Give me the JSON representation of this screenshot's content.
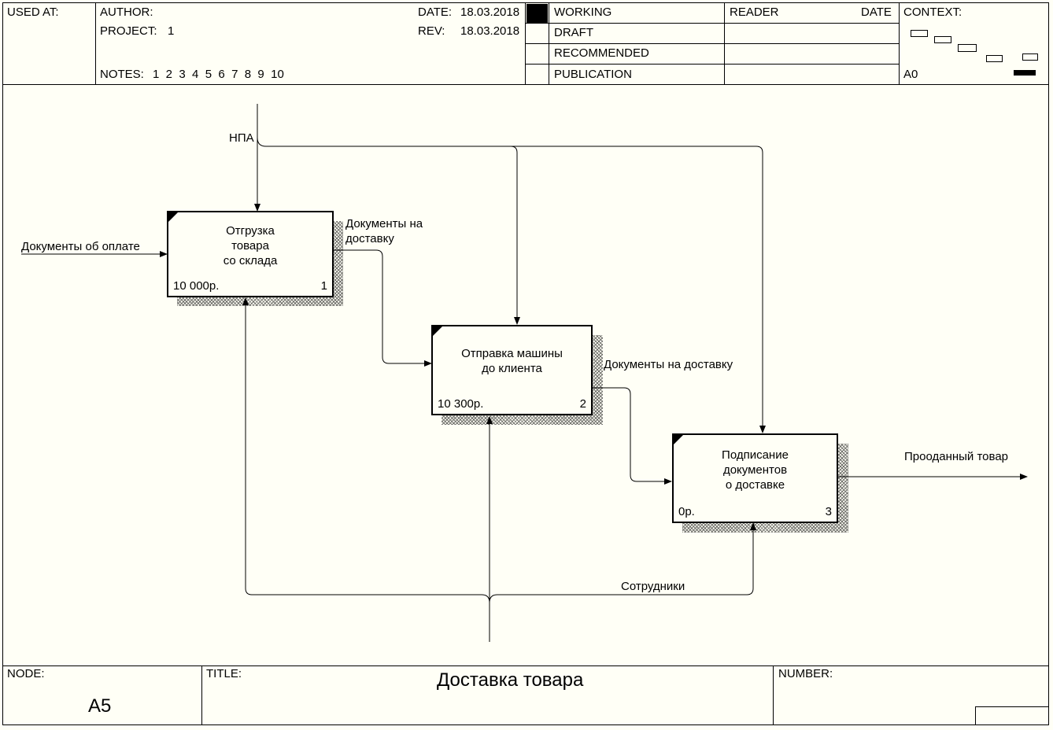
{
  "header": {
    "used_at_label": "USED AT:",
    "author_label": "AUTHOR:",
    "project_label": "PROJECT:",
    "project_value": "1",
    "date_label": "DATE:",
    "date_value": "18.03.2018",
    "rev_label": "REV:",
    "rev_value": "18.03.2018",
    "notes_label": "NOTES:",
    "notes_values": "1  2  3  4  5  6  7  8  9  10",
    "statuses": [
      "WORKING",
      "DRAFT",
      "RECOMMENDED",
      "PUBLICATION"
    ],
    "reader_label": "READER",
    "date_col_label": "DATE",
    "context_label": "CONTEXT:",
    "context_node": "A0"
  },
  "diagram": {
    "boxes": [
      {
        "name_lines": [
          "Отгрузка",
          "товара",
          "со склада"
        ],
        "cost": "10 000р.",
        "number": "1"
      },
      {
        "name_lines": [
          "Отправка машины",
          "до клиента"
        ],
        "cost": "10 300р.",
        "number": "2"
      },
      {
        "name_lines": [
          "Подписание",
          "документов",
          "о доставке"
        ],
        "cost": "0р.",
        "number": "3"
      }
    ],
    "arrows": {
      "npa": "НПА",
      "payment_docs": "Документы об оплате",
      "delivery_docs_1": [
        "Документы на",
        "доставку"
      ],
      "delivery_docs_2": "Документы на доставку",
      "sold_goods": "Прооданный товар",
      "staff": "Сотрудники"
    }
  },
  "footer": {
    "node_label": "NODE:",
    "node_value": "A5",
    "title_label": "TITLE:",
    "title_value": "Доставка товара",
    "number_label": "NUMBER:"
  }
}
